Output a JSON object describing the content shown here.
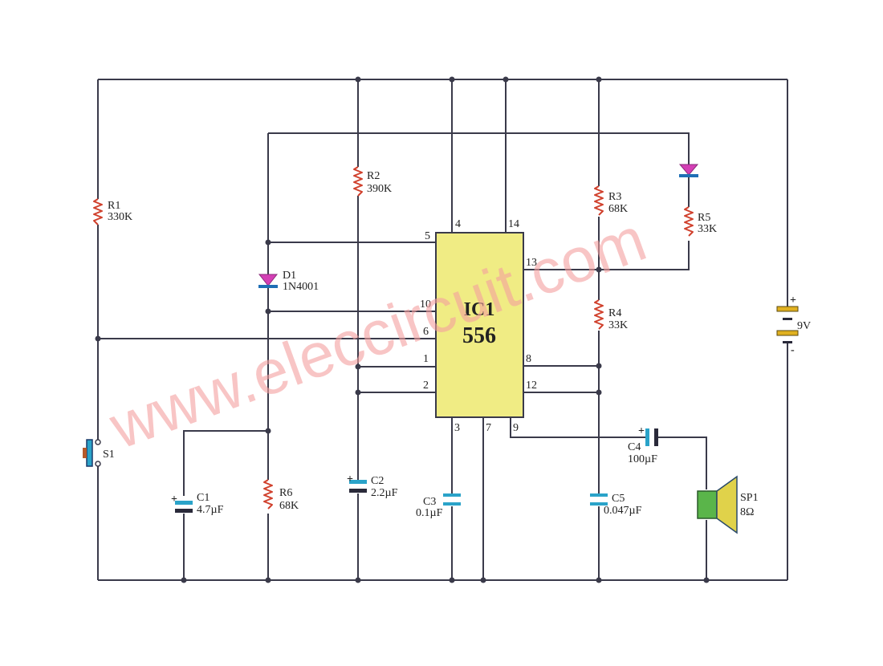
{
  "watermark": "www.eleccircuit.com",
  "ic": {
    "ref": "IC1",
    "part": "556"
  },
  "pins": {
    "p1": "1",
    "p2": "2",
    "p3": "3",
    "p4": "4",
    "p5": "5",
    "p6": "6",
    "p7": "7",
    "p8": "8",
    "p9": "9",
    "p10": "10",
    "p12": "12",
    "p13": "13",
    "p14": "14"
  },
  "components": {
    "r1": {
      "ref": "R1",
      "value": "330K"
    },
    "r2": {
      "ref": "R2",
      "value": "390K"
    },
    "r3": {
      "ref": "R3",
      "value": "68K"
    },
    "r4": {
      "ref": "R4",
      "value": "33K"
    },
    "r5": {
      "ref": "R5",
      "value": "33K"
    },
    "r6": {
      "ref": "R6",
      "value": "68K"
    },
    "d1": {
      "ref": "D1",
      "value": "1N4001"
    },
    "c1": {
      "ref": "C1",
      "value": "4.7µF"
    },
    "c2": {
      "ref": "C2",
      "value": "2.2µF"
    },
    "c3": {
      "ref": "C3",
      "value": "0.1µF"
    },
    "c4": {
      "ref": "C4",
      "value": "100µF"
    },
    "c5": {
      "ref": "C5",
      "value": "0.047µF"
    },
    "s1": {
      "ref": "S1"
    },
    "sp1": {
      "ref": "SP1",
      "value": "8Ω"
    },
    "battery": {
      "value": "9V",
      "plus": "+",
      "minus": "-"
    },
    "cap_plus": "+"
  },
  "colors": {
    "wire": "#3a3a4a",
    "resistor": "#d0402c",
    "ic_fill": "#f0ec84",
    "capacitor": "#2aa3c9",
    "diode": "#d43fb5",
    "diode_bar": "#1f6fb5",
    "battery": "#e0b020",
    "speaker_box": "#5ab54a",
    "speaker_cone": "#e0d24a",
    "watermark": "#f4a0a0"
  },
  "icons": [
    "resistor-icon",
    "diode-icon",
    "capacitor-icon",
    "battery-icon",
    "speaker-icon",
    "switch-icon"
  ]
}
